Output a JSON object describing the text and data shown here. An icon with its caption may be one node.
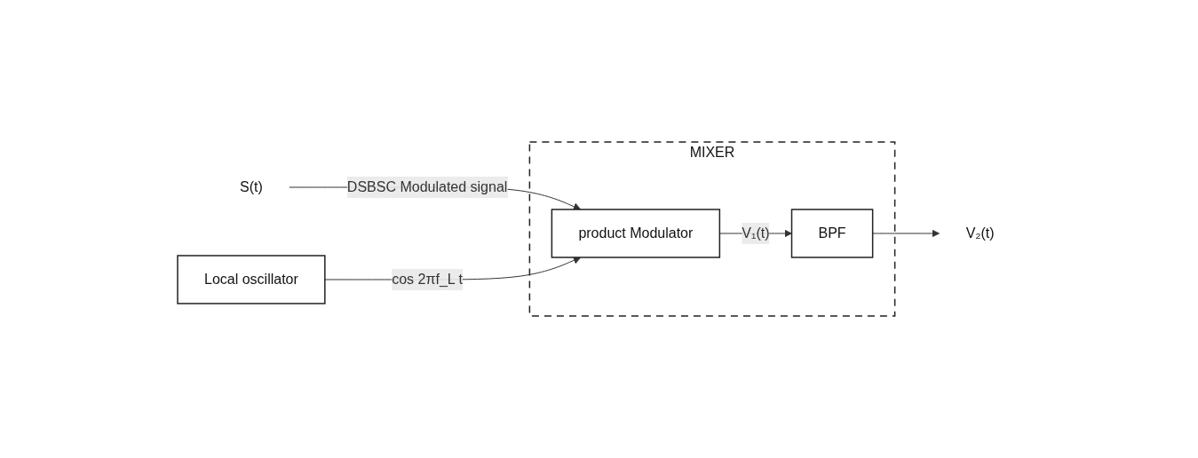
{
  "diagram": {
    "nodes": [
      {
        "text": [
          "S(t)"
        ]
      },
      {
        "text": [
          "MIXER"
        ]
      },
      {
        "text": [
          "product Modulator"
        ],
        "in": 1
      },
      {
        "text": [
          "BPF"
        ],
        "in": 1
      },
      {
        "text": [
          "V₂(t)"
        ]
      },
      {
        "text": [
          "Local oscillator"
        ]
      }
    ],
    "edges": [
      {
        "from": 0,
        "to": 2,
        "arrow": "to",
        "label": "DSBSC Modulated signal"
      },
      {
        "from": 2,
        "to": 3,
        "arrow": "to",
        "label": "V₁(t)"
      },
      {
        "from": 3,
        "to": 4,
        "arrow": "to"
      },
      {
        "from": 5,
        "to": 2,
        "arrow": "to",
        "label": "cos 2πf_L t"
      }
    ]
  }
}
